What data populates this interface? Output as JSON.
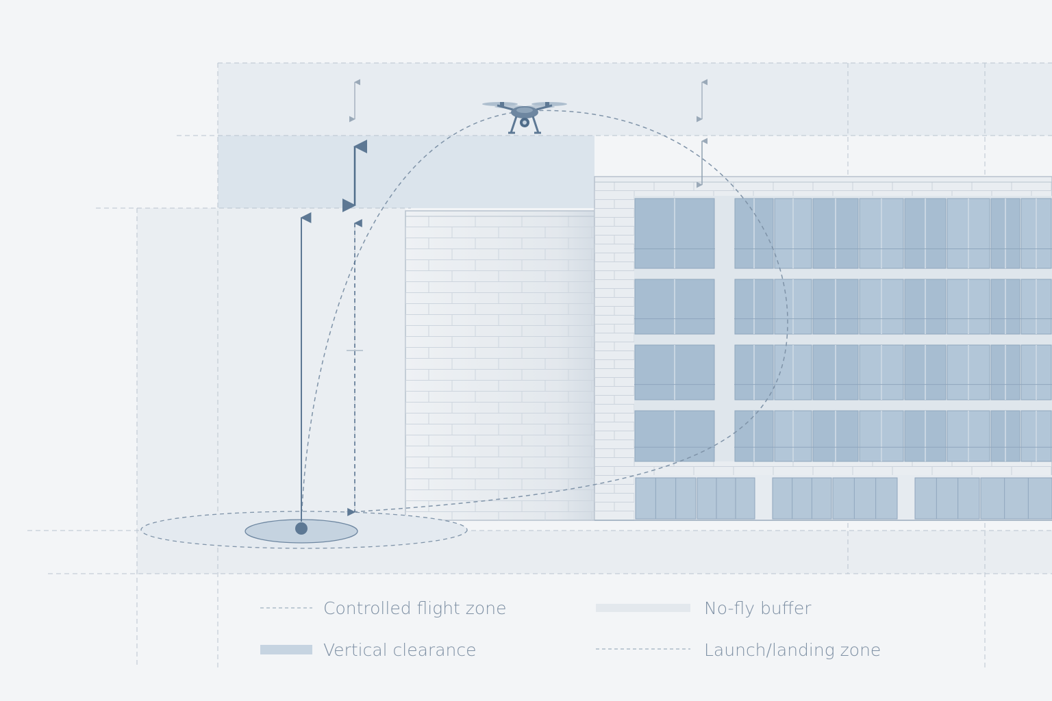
{
  "colors": {
    "background": "#f3f5f7",
    "grid_line": "#b9c4cf",
    "zone_fill": "#dde6ee",
    "stone": "#e9edf1",
    "stone_line": "#c3ccd6",
    "glass": "#a9bfd3",
    "glass_dark": "#8fa9c2",
    "mullion": "#dfe6ec",
    "dimension": "#5d7894",
    "drone": "#6d86a0",
    "legend_text": "#7d8fa3"
  },
  "legend": {
    "items": [
      {
        "key": "controlled",
        "label": "Controlled flight zone",
        "swatch": "dashed-line"
      },
      {
        "key": "nofly",
        "label": "No-fly buffer",
        "swatch": "light-bar"
      },
      {
        "key": "vertical",
        "label": "Vertical clearance",
        "swatch": "blue-bar"
      },
      {
        "key": "launch",
        "label": "Launch/landing zone",
        "swatch": "dashed-line"
      }
    ]
  },
  "icons": {
    "drone": "drone-icon",
    "launch_point": "launch-point-icon"
  }
}
